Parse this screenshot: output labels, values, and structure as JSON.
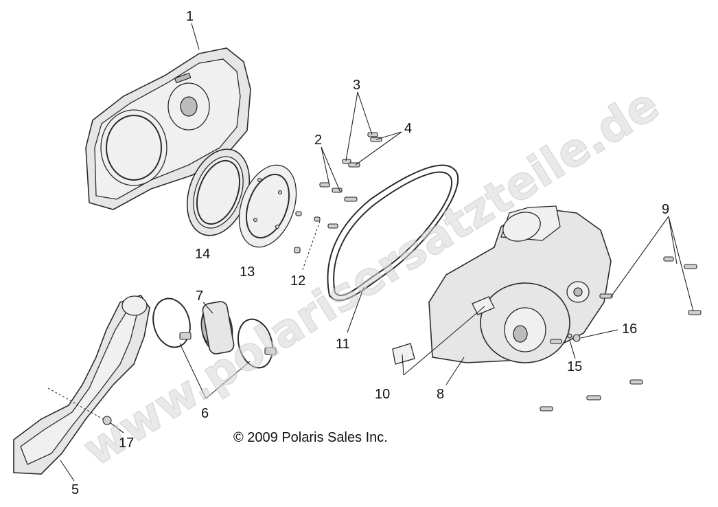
{
  "copyright": "© 2009 Polaris Sales Inc.",
  "watermark": "www.polarisersatzteile.de",
  "callouts": {
    "c1": "1",
    "c2": "2",
    "c3": "3",
    "c4": "4",
    "c5": "5",
    "c6": "6",
    "c7": "7",
    "c8": "8",
    "c9": "9",
    "c10": "10",
    "c11": "11",
    "c12": "12",
    "c13": "13",
    "c14": "14",
    "c15": "15",
    "c16": "16",
    "c17": "17"
  }
}
